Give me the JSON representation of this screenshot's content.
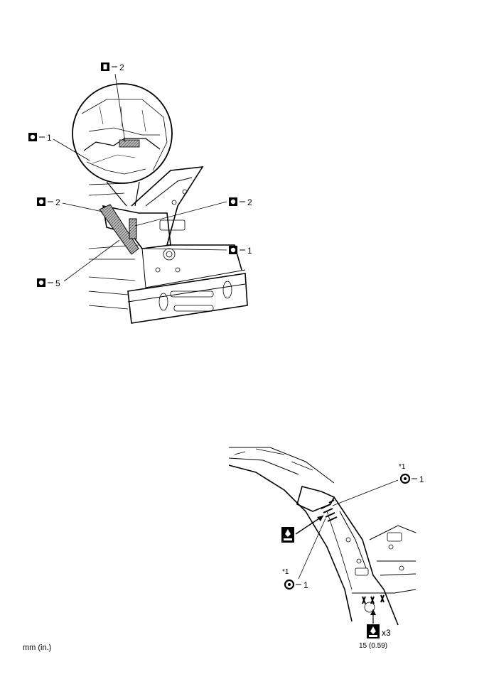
{
  "upper_diagram": {
    "callouts": [
      {
        "id": "i2",
        "text": "2"
      },
      {
        "id": "o1a",
        "text": "1"
      },
      {
        "id": "o2a",
        "text": "2"
      },
      {
        "id": "o2b",
        "text": "2"
      },
      {
        "id": "o1b",
        "text": "1"
      },
      {
        "id": "o5",
        "text": "5"
      }
    ]
  },
  "lower_diagram": {
    "callout_top": {
      "star": "*1",
      "text": "1"
    },
    "callout_bottom": {
      "star": "*1",
      "text": "1"
    },
    "weld_count": "x3",
    "spacing": "15 (0.59)"
  },
  "units_note": "mm (in.)"
}
